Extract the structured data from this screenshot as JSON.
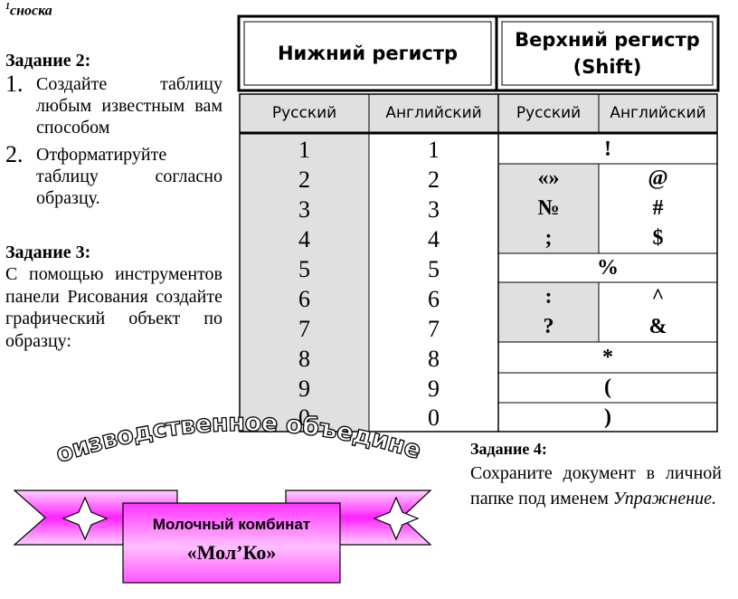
{
  "footnote": {
    "sup": "1",
    "text": "сноска"
  },
  "task2": {
    "title": "Задание 2:",
    "items": [
      {
        "num": "1.",
        "text": "Создайте таблицу любым известным вам способом"
      },
      {
        "num": "2.",
        "text": "Отформатируйте таблицу согласно образцу."
      }
    ]
  },
  "task3": {
    "title": "Задание 3:",
    "text": "С помощью инструментов панели Рисования создайте графический объект по образцу:"
  },
  "table": {
    "header_lower": "Нижний регистр",
    "header_upper": "Верхний регистр (Shift)",
    "subheaders": [
      "Русский",
      "Английский",
      "Русский",
      "Английский"
    ],
    "lower_ru": [
      "1",
      "2",
      "3",
      "4",
      "5",
      "6",
      "7",
      "8",
      "9",
      "0"
    ],
    "lower_en": [
      "1",
      "2",
      "3",
      "4",
      "5",
      "6",
      "7",
      "8",
      "9",
      "0"
    ],
    "upper": [
      {
        "merged": "!"
      },
      {
        "ru": "«»",
        "en": "@"
      },
      {
        "ru": "№",
        "en": "#"
      },
      {
        "ru": ";",
        "en": "$"
      },
      {
        "merged": "%"
      },
      {
        "ru": ":",
        "en": "^"
      },
      {
        "ru": "?",
        "en": "&"
      },
      {
        "merged": "*"
      },
      {
        "merged": "("
      },
      {
        "merged": ")"
      }
    ]
  },
  "wordart": {
    "text": "Производственное объединение"
  },
  "banner": {
    "line1": "Молочный комбинат",
    "line2": "«Мол’Ко»"
  },
  "colors": {
    "banner_fill": "#ff22ff",
    "banner_light": "#ffc0ff",
    "table_gray": "#e0e0e0"
  },
  "task4": {
    "title": "Задание 4:",
    "text": "Сохраните документ в личной папке под именем",
    "filename": "Упражнение."
  }
}
